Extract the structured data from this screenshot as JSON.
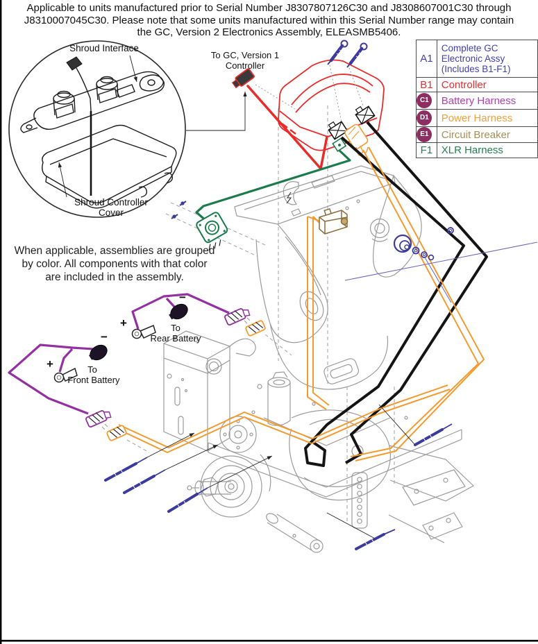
{
  "header": {
    "lines": [
      "Applicable to units manufactured prior to Serial Number J8307807126C30 and J8308607001C30 through",
      "J8310007045C30. Please note that some units manufactured within this Serial Number range may contain",
      "the GC, Version 2 Electronics Assembly, ELEASMB5406."
    ]
  },
  "legend": {
    "badge_color": "#8d2e63",
    "rows": [
      {
        "id": "A1",
        "label_lines": [
          "Complete GC",
          "Electronic Assy",
          "(Includes B1-F1)"
        ],
        "color": "#3f3fb5",
        "badge": false
      },
      {
        "id": "B1",
        "label": "Controller",
        "color": "#ee2b2b",
        "badge": false
      },
      {
        "id": "C1",
        "label": "Battery Harness",
        "color": "#b53fae",
        "badge": true
      },
      {
        "id": "D1",
        "label": "Power Harness",
        "color": "#f6a03a",
        "badge": true
      },
      {
        "id": "E1",
        "label": "Circuit Breaker",
        "color": "#a98e55",
        "badge": true
      },
      {
        "id": "F1",
        "label": "XLR Harness",
        "color": "#258051",
        "badge": false
      }
    ]
  },
  "inset": {
    "interface_label": "Shroud Interface",
    "cover_label_lines": [
      "Shroud Controller",
      "Cover"
    ]
  },
  "gc_label": {
    "lines": [
      "To GC, Version 1",
      "Controller"
    ]
  },
  "note": {
    "lines": [
      "When applicable, assemblies are grouped",
      "by color. All components with that color",
      "are included in the assembly."
    ]
  },
  "batteries": {
    "rear": {
      "to": "To",
      "name": "Rear Battery",
      "plus": "+",
      "minus": "−"
    },
    "front": {
      "to": "To",
      "name": "Front Battery",
      "plus": "+",
      "minus": "−"
    }
  },
  "colors": {
    "controller_red": "#e82c2a",
    "xlr_green": "#1b7b4b",
    "power_orange": "#f49a2e",
    "battery_purple": "#9331a0",
    "harness_black": "#141414",
    "hardware_blue": "#3b3b9d",
    "chassis_gray": "#9b9b9b"
  }
}
